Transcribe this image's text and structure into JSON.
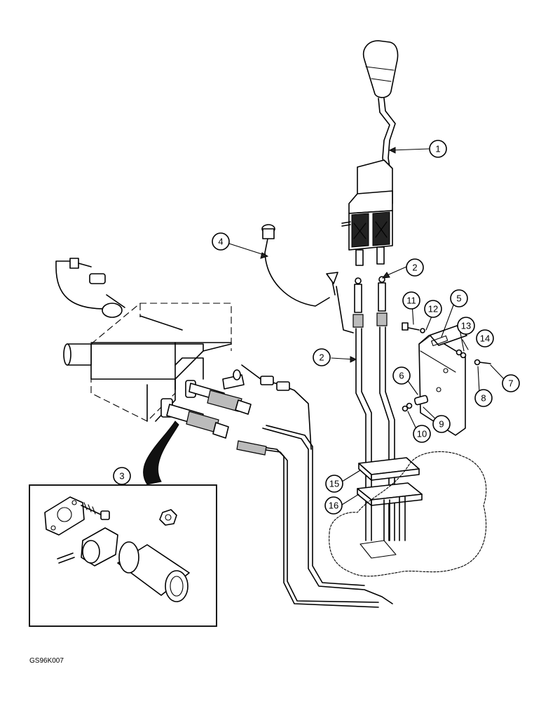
{
  "figure_code": "GS96K007",
  "callouts": [
    "1",
    "2",
    "2",
    "3",
    "4",
    "5",
    "6",
    "7",
    "8",
    "9",
    "10",
    "11",
    "12",
    "13",
    "14",
    "15",
    "16"
  ]
}
